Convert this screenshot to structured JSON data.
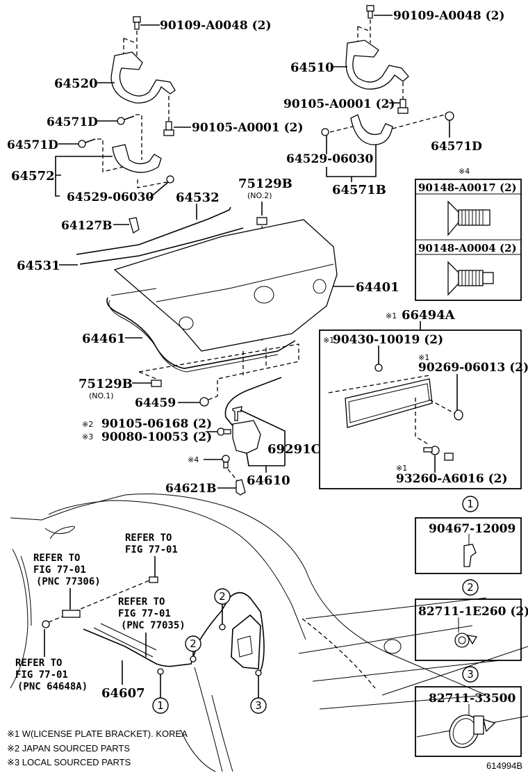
{
  "diagram": {
    "title_code": "614994B",
    "top_left_group": {
      "bolt_top": "90109-A0048 (2)",
      "hinge": "64520",
      "bolt_mid": "90105-A0001 (2)",
      "clip_a": "64571D",
      "clip_b": "64571D",
      "bracket": "64572",
      "bracket_sub": "64529-06030"
    },
    "top_right_group": {
      "bolt_top": "90109-A0048 (2)",
      "hinge": "64510",
      "bolt_mid": "90105-A0001 (2)",
      "clip": "64571D",
      "bracket_sub": "64529-06030",
      "bracket": "64571B"
    },
    "screw_box": {
      "note_mark": "※4",
      "items": [
        {
          "part_no": "90148-A0017 (2)"
        },
        {
          "part_no": "90148-A0004 (2)"
        }
      ]
    },
    "lid_group": {
      "torsion_bar_upper": "64532",
      "torsion_bar_lower": "64531",
      "bumper_upper": "75129B",
      "bumper_upper_note": "(NO.2)",
      "clip": "64127B",
      "lid": "64401",
      "weatherstrip": "64461",
      "bumper_lower": "75129B",
      "bumper_lower_note": "(NO.1)",
      "cushion": "64459",
      "bolt_japan_mark": "※2",
      "bolt_japan": "90105-06168 (2)",
      "bolt_local_mark": "※3",
      "bolt_local": "90080-10053 (2)",
      "screw_mark": "※4",
      "lock_cylinder": "69291C",
      "lock_assy": "64610",
      "striker": "64621B"
    },
    "license_box": {
      "assy_mark": "※1",
      "assy": "66494A",
      "nut_mark": "※1",
      "nut": "90430-10019 (2)",
      "cap_mark": "※1",
      "cap": "90269-06013 (2)",
      "screw_mark": "※1",
      "screw": "93260-A6016 (2)"
    },
    "body_refs": [
      {
        "line1": "REFER TO",
        "line2": "FIG 77-01",
        "line3": ""
      },
      {
        "line1": "REFER TO",
        "line2": "FIG 77-01",
        "line3": "(PNC 77306)"
      },
      {
        "line1": "REFER TO",
        "line2": "FIG 77-01",
        "line3": "(PNC 77035)"
      },
      {
        "line1": "REFER TO",
        "line2": "FIG 77-01",
        "line3": "(PNC 64648A)"
      }
    ],
    "cable": "64607",
    "callouts": [
      "1",
      "2",
      "2",
      "3"
    ],
    "clip_boxes": [
      {
        "index": "1",
        "part_no": "90467-12009"
      },
      {
        "index": "2",
        "part_no": "82711-1E260 (2)"
      },
      {
        "index": "3",
        "part_no": "82711-33500"
      }
    ],
    "footnotes": [
      "※1 W(LICENSE PLATE BRACKET). KOREA",
      "※2 JAPAN SOURCED PARTS",
      "※3 LOCAL SOURCED PARTS"
    ]
  }
}
